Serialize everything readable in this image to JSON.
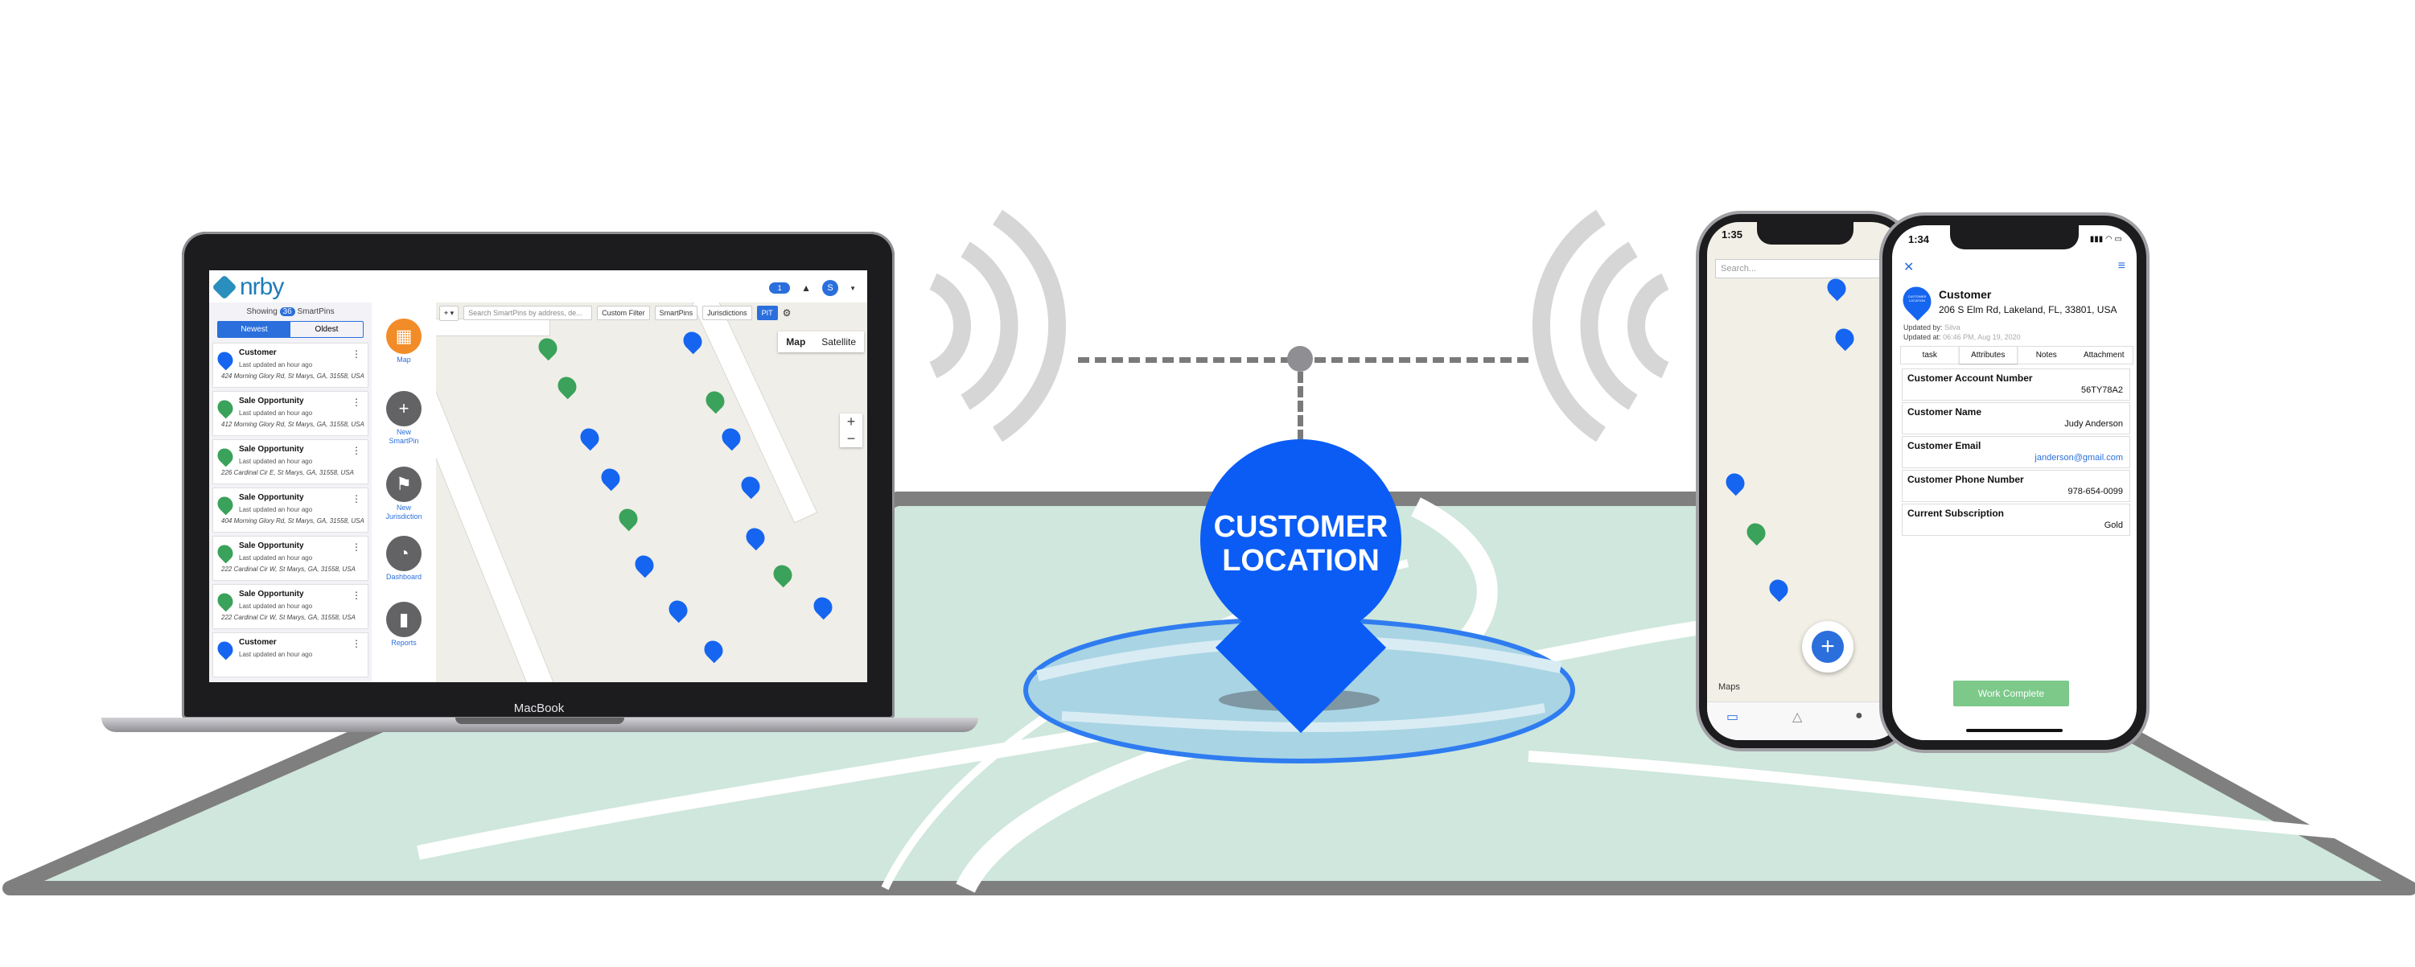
{
  "laptop": {
    "base_label": "MacBook",
    "app": {
      "logo": "nrby",
      "header": {
        "badge": "1",
        "avatar": "S"
      },
      "list": {
        "showing_prefix": "Showing",
        "showing_count": "36",
        "showing_suffix": "SmartPins",
        "sort_newest": "Newest",
        "sort_oldest": "Oldest",
        "items": [
          {
            "title": "Customer",
            "sub": "Last updated an hour ago",
            "addr": "424 Morning Glory Rd, St Marys, GA, 31558, USA",
            "color": "#1565f0"
          },
          {
            "title": "Sale Opportunity",
            "sub": "Last updated an hour ago",
            "addr": "412 Morning Glory Rd, St Marys, GA, 31558, USA",
            "color": "#3aa25a"
          },
          {
            "title": "Sale Opportunity",
            "sub": "Last updated an hour ago",
            "addr": "226 Cardinal Cir E, St Marys, GA, 31558, USA",
            "color": "#3aa25a"
          },
          {
            "title": "Sale Opportunity",
            "sub": "Last updated an hour ago",
            "addr": "404 Morning Glory Rd, St Marys, GA, 31558, USA",
            "color": "#3aa25a"
          },
          {
            "title": "Sale Opportunity",
            "sub": "Last updated an hour ago",
            "addr": "222 Cardinal Cir W, St Marys, GA, 31558, USA",
            "color": "#3aa25a"
          },
          {
            "title": "Sale Opportunity",
            "sub": "Last updated an hour ago",
            "addr": "222 Cardinal Cir W, St Marys, GA, 31558, USA",
            "color": "#3aa25a"
          },
          {
            "title": "Customer",
            "sub": "Last updated an hour ago",
            "addr": "",
            "color": "#1565f0"
          }
        ]
      },
      "rail": {
        "map": "Map",
        "new_smartpin": "New SmartPin",
        "new_jurisdiction": "New Jurisdiction",
        "dashboard": "Dashboard",
        "reports": "Reports"
      },
      "toolbar": {
        "search_placeholder": "Search SmartPins by address, de...",
        "custom_filter": "Custom Filter",
        "smartpins": "SmartPins",
        "jurisdictions": "Jurisdictions",
        "pin": "PIT"
      },
      "map": {
        "map_label": "Map",
        "satellite_label": "Satellite",
        "zoom_in": "+",
        "zoom_out": "−"
      }
    }
  },
  "center": {
    "pin_line1": "CUSTOMER",
    "pin_line2": "LOCATION",
    "colors": {
      "pin": "#0a5cf5",
      "land": "#cfe7dc",
      "frame": "#808080"
    }
  },
  "phone_back": {
    "time": "1:35",
    "search_placeholder": "Search...",
    "maps_credit": "Maps"
  },
  "phone_front": {
    "time": "1:34",
    "title": "Customer",
    "address": "206 S Elm Rd, Lakeland, FL, 33801, USA",
    "pin_badge": "CUSTOMER LOCATION",
    "updated_by_label": "Updated by:",
    "updated_by_value": "Silva",
    "updated_at_label": "Updated at:",
    "updated_at_value": "06:46 PM, Aug 19, 2020",
    "tabs": [
      "task",
      "Attributes",
      "Notes",
      "Attachment"
    ],
    "fields": [
      {
        "label": "Customer Account Number",
        "value": "56TY78A2",
        "link": false
      },
      {
        "label": "Customer Name",
        "value": "Judy Anderson",
        "link": false
      },
      {
        "label": "Customer Email",
        "value": "janderson@gmail.com",
        "link": true
      },
      {
        "label": "Customer Phone Number",
        "value": "978-654-0099",
        "link": false
      },
      {
        "label": "Current Subscription",
        "value": "Gold",
        "link": false
      }
    ],
    "work_complete": "Work Complete"
  }
}
